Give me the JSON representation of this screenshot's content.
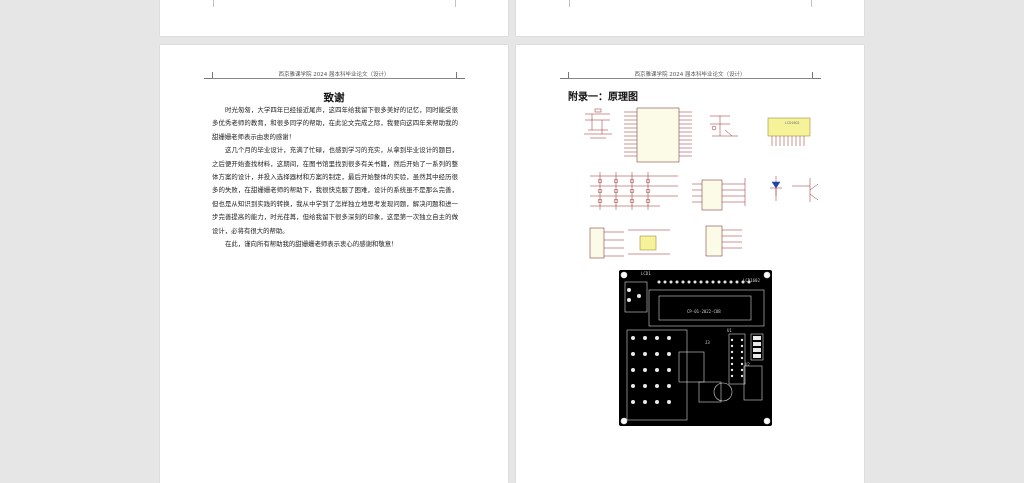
{
  "left_page": {
    "header": "西京雅课学院 2024 届本科毕业论文（设计）",
    "title": "致谢",
    "paragraphs": [
      "时光匆匆，大学四年已经接近尾声，这四年给我留下很多美好的记忆，同时能受很多优秀老师的教育，和很多同学的帮助，在此论文完成之际，我要向这四年来帮助我的甜姗姗老师表示由衷的感谢！",
      "这几个月的毕业设计，充满了忙碌，也感到学习的充实，从拿到毕业设计的题目，之后便开始查找材料，这期间，在图书馆里找到很多有关书籍，然后开始了一系列的整体方案的设计，并投入选择器材和方案的制定，最后开始整体的实验，虽然其中经历很多的失败，在甜姗姗老师的帮助下，我很快克服了困难，设计的系统虽不是那么完善，但也是从知识到实践的转换，我从中学到了怎样独立地思考发现问题，解决问题和进一步完善提高的能力，时光荏苒，但给我留下很多深刻的印象，这是第一次独立自主的做设计，必将有很大的帮助。",
      "在此，谨向所有帮助我的甜姗姗老师表示衷心的感谢和敬意！"
    ]
  },
  "right_page": {
    "header": "西京雅课学院 2024 届本科毕业论文（设计）",
    "appendix_title": "附录一：原理图",
    "lcd_label": "LCD1602",
    "pcb_labels": [
      "LCD1",
      "LCD1602",
      "CP-01-2022-COB",
      "J3",
      "U1",
      "U2"
    ]
  }
}
